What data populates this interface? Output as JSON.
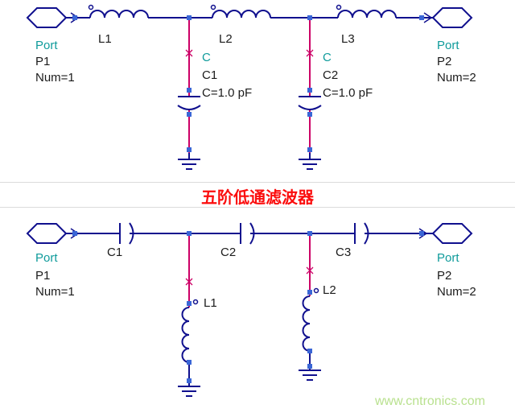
{
  "title": {
    "text": "五阶低通滤波器"
  },
  "watermark": {
    "text": "www.cntronics.com"
  },
  "colors": {
    "wire": "#10108e",
    "lead": "#cc0066",
    "node": "#3a66d6",
    "teal": "#0f9b9b",
    "text": "#1b1b1b",
    "title": "#fb0d0d",
    "watermark": "#b9e18f"
  },
  "top_circuit": {
    "port_left": {
      "kind": "Port",
      "name": "P1",
      "num": "Num=1"
    },
    "port_right": {
      "kind": "Port",
      "name": "P2",
      "num": "Num=2"
    },
    "inductors": [
      {
        "label": "L1"
      },
      {
        "label": "L2"
      },
      {
        "label": "L3"
      }
    ],
    "capacitors": [
      {
        "kind": "C",
        "name": "C1",
        "value": "C=1.0 pF"
      },
      {
        "kind": "C",
        "name": "C2",
        "value": "C=1.0 pF"
      }
    ]
  },
  "bottom_circuit": {
    "port_left": {
      "kind": "Port",
      "name": "P1",
      "num": "Num=1"
    },
    "port_right": {
      "kind": "Port",
      "name": "P2",
      "num": "Num=2"
    },
    "capacitors": [
      {
        "label": "C1"
      },
      {
        "label": "C2"
      },
      {
        "label": "C3"
      }
    ],
    "inductors": [
      {
        "label": "L1"
      },
      {
        "label": "L2"
      }
    ]
  }
}
